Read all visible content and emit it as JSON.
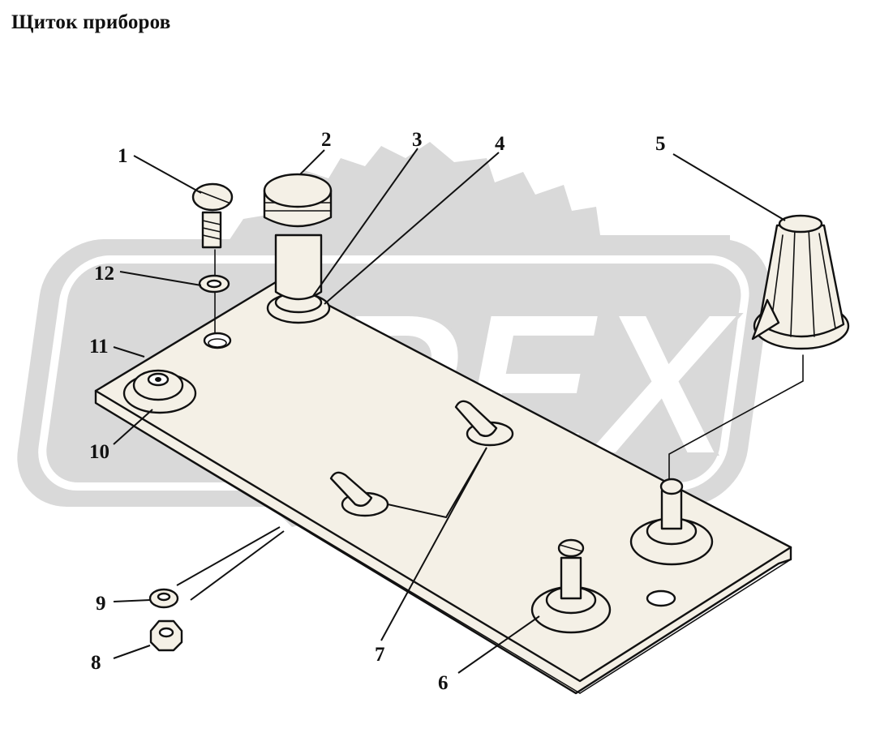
{
  "title": "Щиток приборов",
  "watermark": {
    "text": "OPEX",
    "color": "#d9d9d9"
  },
  "colors": {
    "line": "#111111",
    "part_fill": "#f4f0e6",
    "background": "#ffffff"
  },
  "callouts": [
    {
      "id": "1",
      "label": "1"
    },
    {
      "id": "2",
      "label": "2"
    },
    {
      "id": "3",
      "label": "3"
    },
    {
      "id": "4",
      "label": "4"
    },
    {
      "id": "5",
      "label": "5"
    },
    {
      "id": "6",
      "label": "6"
    },
    {
      "id": "7",
      "label": "7"
    },
    {
      "id": "8",
      "label": "8"
    },
    {
      "id": "9",
      "label": "9"
    },
    {
      "id": "10",
      "label": "10"
    },
    {
      "id": "11",
      "label": "11"
    },
    {
      "id": "12",
      "label": "12"
    }
  ]
}
